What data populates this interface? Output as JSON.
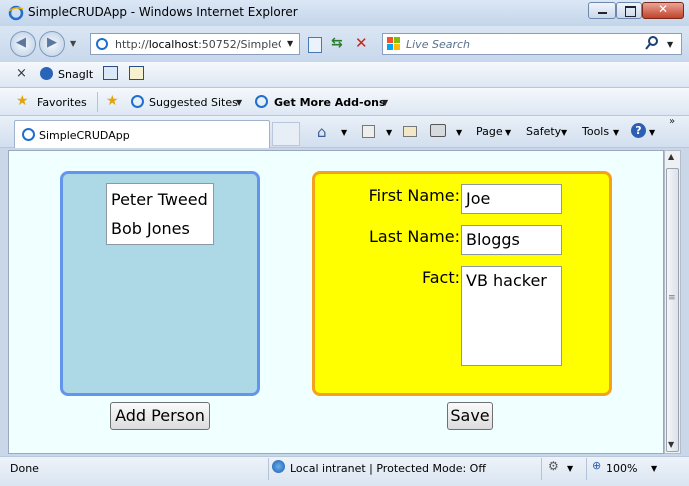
{
  "window": {
    "title": "SimpleCRUDApp - Windows Internet Explorer"
  },
  "address": {
    "prefix": "http://",
    "host": "localhost",
    "rest": ":50752/SimpleC"
  },
  "search": {
    "placeholder": "Live Search"
  },
  "snagit": {
    "label": "SnagIt"
  },
  "favorites": {
    "favorites_label": "Favorites",
    "suggested_label": "Suggested Sites",
    "addons_label": "Get More Add-ons"
  },
  "tab": {
    "label": "SimpleCRUDApp"
  },
  "commandbar": {
    "page_label": "Page",
    "safety_label": "Safety",
    "tools_label": "Tools"
  },
  "app": {
    "people": [
      "Peter Tweed",
      "Bob Jones"
    ],
    "first_name_label": "First Name:",
    "last_name_label": "Last Name:",
    "fact_label": "Fact:",
    "first_name_value": "Joe",
    "last_name_value": "Bloggs",
    "fact_value": "VB hacker",
    "add_button": "Add Person",
    "save_button": "Save",
    "colors": {
      "left_bg": "#add8e6",
      "left_border": "#6495ed",
      "right_bg": "#ffff00",
      "right_border": "#f4a21a",
      "page_bg": "#f0ffff"
    }
  },
  "status": {
    "done": "Done",
    "zone": "Local intranet | Protected Mode: Off",
    "zoom": "100%"
  }
}
